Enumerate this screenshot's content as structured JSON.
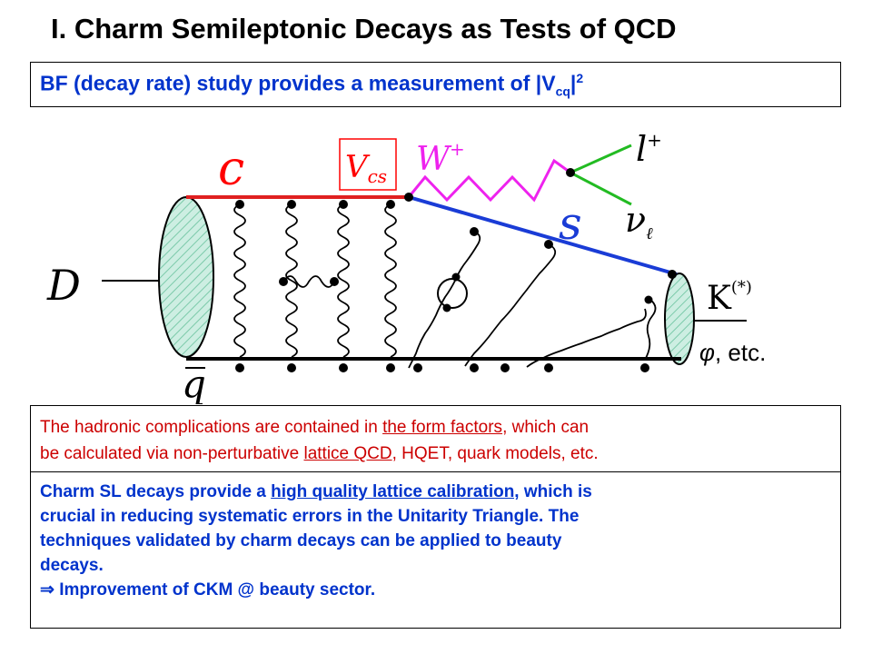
{
  "title": "I. Charm Semileptonic Decays as Tests of QCD",
  "subtitle": {
    "prefix": "BF (decay rate) study provides a measurement of |V",
    "subscript": "cq",
    "suffix": "|",
    "superscript": "2"
  },
  "diagram": {
    "quark_c": "c",
    "ckm_label": "V",
    "ckm_sub": "cs",
    "boson": "W",
    "boson_charge": "+",
    "lepton": "l",
    "lepton_charge": "+",
    "neutrino": "ν",
    "neutrino_sub": "ℓ",
    "quark_s": "s",
    "meson_D": "D",
    "antiquark": "q",
    "final_K": "K",
    "final_K_sup": "(*)",
    "final_phi": "φ",
    "final_etc": ", etc.",
    "colors": {
      "c_line": "#e02020",
      "s_line": "#1a3cd6",
      "w_line": "#ee22ee",
      "lepton_lines": "#22bb22",
      "blob_fill": "#a6dcc8",
      "text_red": "#ff0000",
      "text_blue": "#1a3cd6"
    }
  },
  "note": {
    "line1_pre": "The hadronic complications are contained in ",
    "line1_link": "the form factors",
    "line1_post": ", which can",
    "line2_pre": "be calculated via non-perturbative ",
    "line2_link": "lattice QCD",
    "line2_post": ", HQET, quark models, etc."
  },
  "conclusion": {
    "line1_pre": "Charm SL decays provide a ",
    "line1_link": "high quality lattice calibration,",
    "line1_post": " which is",
    "line2": "crucial in reducing systematic errors in the Unitarity Triangle. The",
    "line3": "techniques validated by charm decays can be applied to beauty",
    "line4": "decays.",
    "arrow": "⇒",
    "line5": " Improvement of CKM @ beauty sector."
  }
}
